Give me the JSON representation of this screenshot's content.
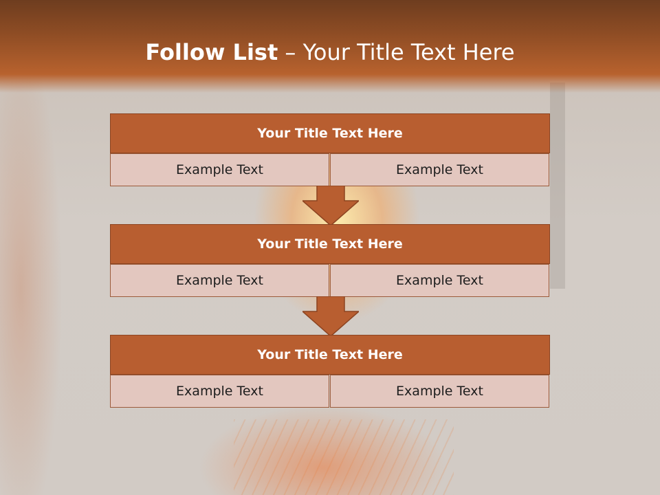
{
  "slide": {
    "title_bold": "Follow List",
    "title_rest": " – Your Title Text Here"
  },
  "steps": [
    {
      "title": "Your Title Text Here",
      "left": "Example Text",
      "right": "Example Text"
    },
    {
      "title": "Your Title Text Here",
      "left": "Example Text",
      "right": "Example Text"
    },
    {
      "title": "Your Title Text Here",
      "left": "Example Text",
      "right": "Example Text"
    }
  ],
  "colors": {
    "header": "#b85e30",
    "cell": "#e3c7bf",
    "arrow": "#b85e30",
    "title_bar": "#8d4c24"
  }
}
